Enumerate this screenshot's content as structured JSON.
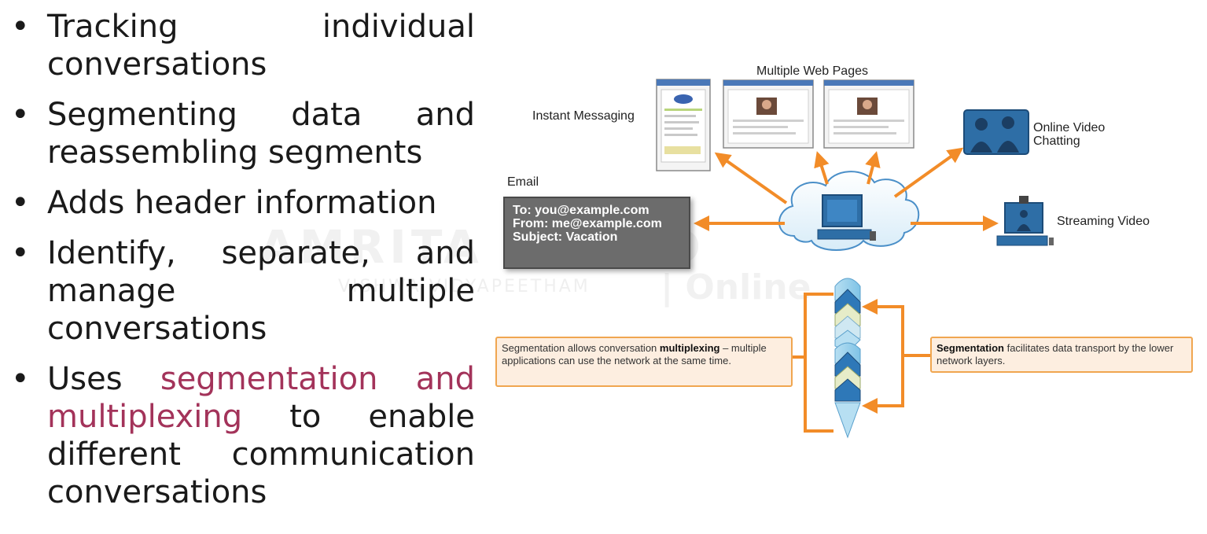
{
  "bullets": [
    {
      "text": "Tracking individual conversations"
    },
    {
      "text": "Segmenting data and reassembling segments"
    },
    {
      "text": "Adds header information"
    },
    {
      "text": "Identify, separate, and manage multiple conversations"
    },
    {
      "before": "Uses ",
      "highlight": "segmentation and multiplexing",
      "after": " to enable different communication conversations"
    }
  ],
  "diagram": {
    "labels": {
      "multiple_web_pages": "Multiple Web Pages",
      "instant_messaging": "Instant Messaging",
      "online_video_chatting": "Online Video Chatting",
      "streaming_video": "Streaming Video",
      "email": "Email"
    },
    "email_card": {
      "to": "To: you@example.com",
      "from": "From: me@example.com",
      "subject": "Subject: Vacation"
    },
    "callout_left": {
      "pre": "Segmentation allows conversation ",
      "bold": "multiplexing",
      "post": " – multiple applications can use the network at the same time."
    },
    "callout_right": {
      "bold": "Segmentation",
      "post": " facilitates data transport by the lower network layers."
    }
  },
  "watermark": {
    "line1": "AMRITA AHEAD",
    "line2": "VISHWA VIDYAPEETHAM",
    "line3": "| Online"
  },
  "colors": {
    "arrow": "#f28c28",
    "accent_text": "#a3335a",
    "callout_fill": "#fdeee0",
    "email_fill": "#6c6c6c",
    "computer_blue": "#2e6ea6"
  }
}
